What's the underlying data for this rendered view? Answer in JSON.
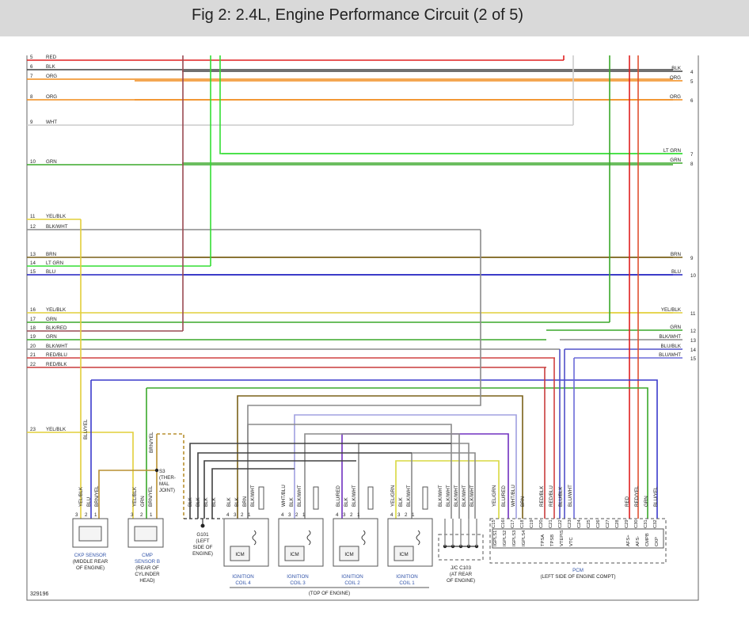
{
  "page": {
    "title": "Fig 2: 2.4L, Engine Performance Circuit (2 of 5)"
  },
  "colors": {
    "RED": "#e02020",
    "BLK": "#404040",
    "ORG": "#f08a18",
    "WHT": "#cccccc",
    "GRN": "#3aa82a",
    "LT GRN": "#33dd33",
    "YEL/BLK": "#e2cf3a",
    "BLK/WHT": "#8a8a8a",
    "BRN": "#7a6018",
    "BLU": "#2020c0",
    "BLK/RED": "#9a4a52",
    "RED/BLU": "#d04040",
    "RED/BLK": "#c83c3c",
    "BLU/BLK": "#5050c8",
    "BLU/WHT": "#6a6ad8",
    "BLU/YEL": "#3a3acc",
    "BRN/YEL": "#b89030",
    "YEL/GRN": "#d8d840",
    "BLU/RED": "#7030c0",
    "WHT/BLU": "#a0a0e0",
    "RED/YEL": "#e05030"
  },
  "left_wires": [
    {
      "num": "5",
      "color": "RED"
    },
    {
      "num": "6",
      "color": "BLK"
    },
    {
      "num": "7",
      "color": "ORG"
    },
    {
      "num": "8",
      "color": "ORG"
    },
    {
      "num": "9",
      "color": "WHT"
    },
    {
      "num": "10",
      "color": "GRN"
    },
    {
      "num": "11",
      "color": "YEL/BLK"
    },
    {
      "num": "12",
      "color": "BLK/WHT"
    },
    {
      "num": "13",
      "color": "BRN"
    },
    {
      "num": "14",
      "color": "LT GRN"
    },
    {
      "num": "15",
      "color": "BLU"
    },
    {
      "num": "16",
      "color": "YEL/BLK"
    },
    {
      "num": "17",
      "color": "GRN"
    },
    {
      "num": "18",
      "color": "BLK/RED"
    },
    {
      "num": "19",
      "color": "GRN"
    },
    {
      "num": "20",
      "color": "BLK/WHT"
    },
    {
      "num": "21",
      "color": "RED/BLU"
    },
    {
      "num": "22",
      "color": "RED/BLK"
    },
    {
      "num": "23",
      "color": "YEL/BLK"
    }
  ],
  "right_wires": [
    {
      "num": "4",
      "color": "BLK"
    },
    {
      "num": "5",
      "color": "ORG"
    },
    {
      "num": "6",
      "color": "ORG"
    },
    {
      "num": "7",
      "color": "LT GRN"
    },
    {
      "num": "8",
      "color": "GRN"
    },
    {
      "num": "9",
      "color": "BRN"
    },
    {
      "num": "10",
      "color": "BLU"
    },
    {
      "num": "11",
      "color": "YEL/BLK"
    },
    {
      "num": "12",
      "color": "GRN"
    },
    {
      "num": "13",
      "color": "BLK/WHT"
    },
    {
      "num": "14",
      "color": "BLU/BLK"
    },
    {
      "num": "15",
      "color": "BLU/WHT"
    }
  ],
  "components": {
    "ckp_sensor": {
      "label_1": "CKP SENSOR",
      "label_2": "(MIDDLE REAR",
      "label_3": "OF ENGINE)",
      "pins": [
        "3",
        "2",
        "1"
      ],
      "wires": [
        "YEL/BLK",
        "BLU",
        "BRN/YEL"
      ]
    },
    "cmp_sensor": {
      "label_1": "CMP",
      "label_2": "SENSOR B",
      "label_3": "(REAR OF",
      "label_4": "CYLINDER",
      "label_5": "HEAD)",
      "pins": [
        "3",
        "2",
        "1"
      ],
      "wires": [
        "YEL/BLK",
        "GRN",
        "BRN/YEL"
      ]
    },
    "splice_s3": {
      "name": "S3",
      "line_1": "(THER-",
      "line_2": "MAL",
      "line_3": "JOINT)"
    },
    "ground_g101": {
      "name": "G101",
      "line_1": "(LEFT",
      "line_2": "SIDE OF",
      "line_3": "ENGINE)",
      "wires": [
        "BLK",
        "BLK",
        "BLK",
        "BLK"
      ]
    },
    "coils": [
      {
        "label_1": "IGNITION",
        "label_2": "COIL 4",
        "icm": "ICM",
        "pins": [
          "4",
          "3",
          "2",
          "1"
        ],
        "wires": [
          "BLK",
          "BLK",
          "BRN",
          "BLK/WHT"
        ]
      },
      {
        "label_1": "IGNITION",
        "label_2": "COIL 3",
        "icm": "ICM",
        "pins": [
          "4",
          "3",
          "2",
          "1"
        ],
        "wires": [
          "WHT/BLU",
          "BLK",
          "BLK/WHT"
        ]
      },
      {
        "label_1": "IGNITION",
        "label_2": "COIL 2",
        "icm": "ICM",
        "pins": [
          "4",
          "3",
          "2",
          "1"
        ],
        "wires": [
          "BLU/RED",
          "BLK",
          "BLK/WHT"
        ]
      },
      {
        "label_1": "IGNITION",
        "label_2": "COIL 1",
        "icm": "ICM",
        "pins": [
          "4",
          "3",
          "2",
          "1"
        ],
        "wires": [
          "YEL/GRN",
          "BLK",
          "BLK/WHT"
        ]
      }
    ],
    "top_of_engine": "(TOP OF ENGINE)",
    "jc_c103": {
      "label_1": "J/C C103",
      "label_2": "(AT REAR",
      "label_3": "OF ENGINE)",
      "wires": [
        "BLK/WHT",
        "BLK/WHT",
        "BLK/WHT",
        "BLK/WHT",
        "BLK/WHT"
      ]
    },
    "pcm": {
      "label_1": "PCM",
      "label_2": "(LEFT SIDE OF ENGINE COMPT)",
      "pins": [
        "C15",
        "C16",
        "C17",
        "C18",
        "C19",
        "C20",
        "C21",
        "C22",
        "C23",
        "C24",
        "C25",
        "C26",
        "C27",
        "C28",
        "C29",
        "C30",
        "C31",
        "C32"
      ],
      "wires": [
        "YEL/GRN",
        "BLU/RED",
        "WHT/BLU",
        "BRN",
        "",
        "RED/BLK",
        "RED/BLU",
        "BLU/BLK",
        "BLU/WHT",
        "",
        "",
        "",
        "",
        "",
        "RED",
        "RED/YEL",
        "GRN",
        "BLU/YEL"
      ],
      "signals": [
        "IGPLS1",
        "IGPLS2",
        "IGPLS3",
        "IGPLS4",
        "",
        "TPSA",
        "TPSB",
        "VTEPIS",
        "VTC",
        "",
        "",
        "",
        "",
        "",
        "AFS+",
        "AFS-",
        "CMPB",
        "CKP"
      ]
    }
  },
  "vertical_wire_label": "BLU/YEL",
  "figure_number": "329196"
}
